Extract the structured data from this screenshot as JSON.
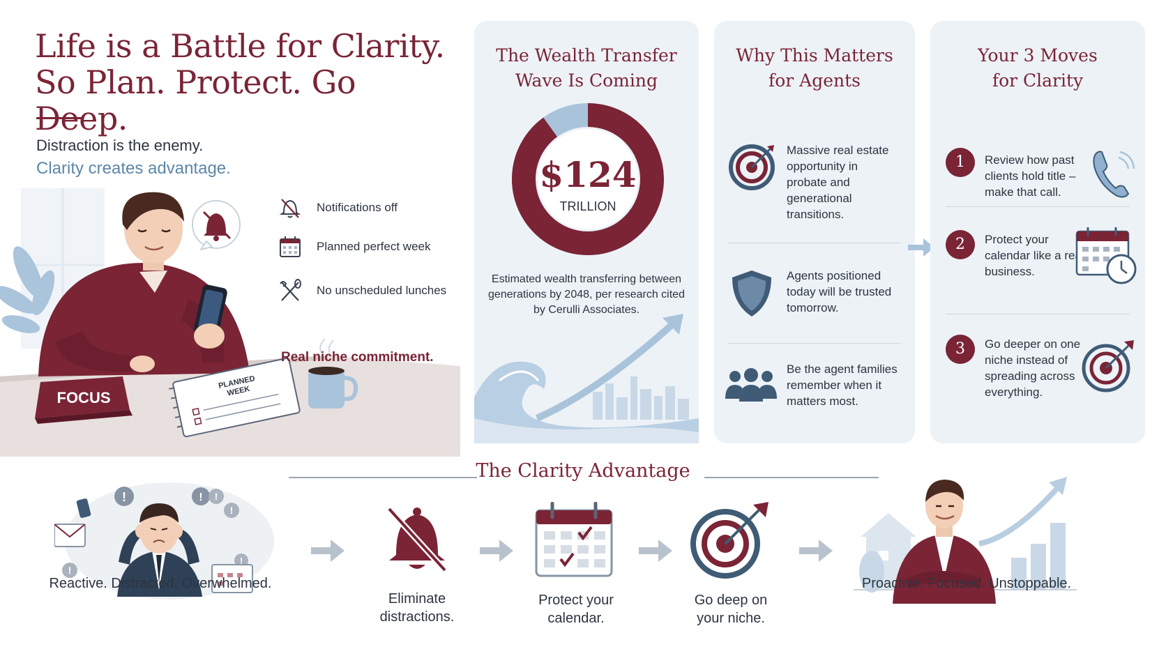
{
  "hero": {
    "headline_line1": "Life is a Battle for Clarity.",
    "headline_line2": "So Plan. Protect. Go Deep.",
    "subtitle_1": "Distraction is the enemy.",
    "subtitle_2": "Clarity creates advantage.",
    "focus_sign": "FOCUS",
    "notebook_line1": "PLANNED",
    "notebook_line2": "WEEK",
    "list": [
      {
        "icon": "bell-off-icon",
        "label": "Notifications off"
      },
      {
        "icon": "calendar-icon",
        "label": "Planned perfect week"
      },
      {
        "icon": "crossed-utensils-icon",
        "label": "No unscheduled lunches"
      }
    ],
    "commitment": "Real niche commitment."
  },
  "wealth": {
    "title_line1": "The Wealth Transfer",
    "title_line2": "Wave Is Coming",
    "amount": "$124",
    "unit": "TRILLION",
    "description": "Estimated wealth transferring between generations by 2048, per research cited by Cerulli Associates.",
    "donut_fraction": 0.9
  },
  "why": {
    "title_line1": "Why This Matters",
    "title_line2": "for Agents",
    "items": [
      {
        "icon": "target-icon",
        "text": "Massive real estate opportunity in probate and generational transitions."
      },
      {
        "icon": "shield-icon",
        "text": "Agents positioned today will be trusted tomorrow."
      },
      {
        "icon": "people-icon",
        "text": "Be the agent families remember when it matters most."
      }
    ]
  },
  "moves": {
    "title_line1": "Your 3 Moves",
    "title_line2": "for Clarity",
    "items": [
      {
        "num": "1",
        "icon": "phone-icon",
        "text": "Review how past clients hold title – make that call."
      },
      {
        "num": "2",
        "icon": "calendar-clock-icon",
        "text": "Protect your calendar like a real business."
      },
      {
        "num": "3",
        "icon": "target-icon",
        "text": "Go deeper on one niche instead of spreading across everything."
      }
    ]
  },
  "advantage": {
    "title": "The Clarity Advantage",
    "steps": [
      {
        "label": "Reactive. Distracted. Overwhelmed."
      },
      {
        "label_line1": "Eliminate",
        "label_line2": "distractions."
      },
      {
        "label_line1": "Protect your",
        "label_line2": "calendar."
      },
      {
        "label_line1": "Go deep on",
        "label_line2": "your niche."
      },
      {
        "label": "Proactive. Focused. Unstoppable."
      }
    ]
  },
  "colors": {
    "maroon": "#7a2435",
    "slate": "#3f5b76",
    "light_blue": "#a9c3da",
    "panel_bg": "#edf2f7"
  }
}
